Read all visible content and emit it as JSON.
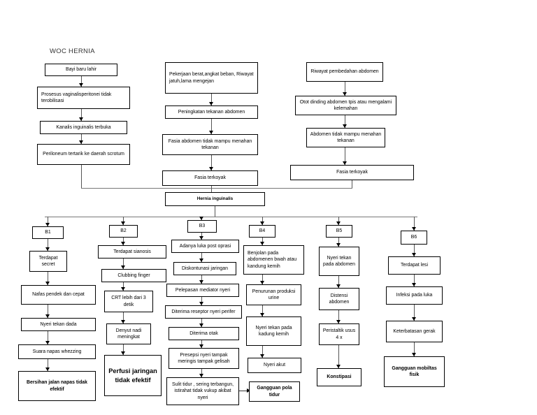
{
  "diagram": {
    "title": "WOC HERNIA",
    "type": "flowchart",
    "nodes": {
      "n_bayi": "Bayi baru lahir",
      "n_prosesus": "Prosesus vaginalisperitonei tidak terobilisasi",
      "n_kanalis": "Kanalis inguinalis terbuka",
      "n_periloneum": "Periloneum tertarik ke daerah scrotum",
      "n_pekerjaan": "Pekerjaan berat,angkat beban, Riwayat jatuh,lama mengejan",
      "n_peningkatan": "Peningkatan tekanan abdomen",
      "n_fasia_abdomen": "Fasia abdomen tidak mampu menahan tekanan",
      "n_fasia_terkoyak_mid": "Fasia terkoyak",
      "n_riwayat": "Riwayat pembedahan abdomen",
      "n_otot": "Otot dinding abdomen tpis atau mengalami kelemahan",
      "n_abdomen_tidak": "Abdomen tidak mampu menahan tekanan",
      "n_fasia_terkoyak_right": "Fasia terkoyak",
      "n_hernia": "Hernia inguinalis",
      "b1": "B1",
      "b1_1": "Terdapat secret",
      "b1_2": "Nafas pendek dan cepat",
      "b1_3": "Nyeri tekan dada",
      "b1_4": "Suara napas whezzing",
      "b1_5": "Bersihan jalan napas tidak efektif",
      "b2": "B2",
      "b2_1": "Terdapat sianosis",
      "b2_2": "Clubbing finger",
      "b2_3": "CRT lebih dari 3 detik",
      "b2_4": "Denyut nadi meningkat",
      "b2_5": "Perfusi jaringan tidak efektif",
      "b3": "B3",
      "b3_1": "Adanya luka post oprasi",
      "b3_2": "Diskontunasi jaringan",
      "b3_3": "Pelepasan mediator nyeri",
      "b3_4": "Diterima reseptor nyeri perifer",
      "b3_5": "Diterima otak",
      "b3_6": "Presepsi nyeri tampak meringis tampak gelisah",
      "b3_7": "Sulit tidur , sering terbangun, istirahat tidak vukup akibat nyeri",
      "b4": "B4",
      "b4_1": "Benjolan pada abdomenen bwah atau kandung kemih",
      "b4_2": "Penurunan produksi urine",
      "b4_3": "Nyeri tekan pada kadung kemih",
      "b4_4": "Nyeri akut",
      "b4_5": "Gangguan pola tidur",
      "b5": "B5",
      "b5_1": "Nyeri tekan pada abdomen",
      "b5_2": "Distensi abdomen",
      "b5_3": "Peristaltik usus 4 x",
      "b5_4": "Konstipasi",
      "b6": "B6",
      "b6_1": "Terdapat lesi",
      "b6_2": "Infeksi pada luka",
      "b6_3": "Keterbatasan gerak",
      "b6_4": "Gangguan mobiltas fisik"
    },
    "colors": {
      "box_border": "#000000",
      "connector": "#555555",
      "background": "#ffffff",
      "text": "#000000"
    }
  }
}
